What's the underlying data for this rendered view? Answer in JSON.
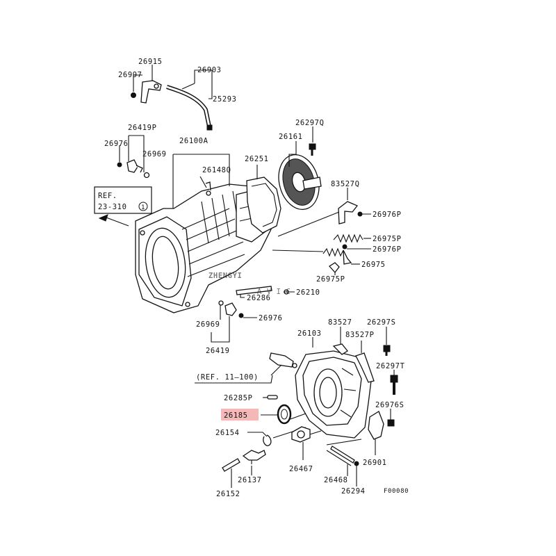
{
  "diagram": {
    "labels": [
      {
        "id": "l26915",
        "text": "26915"
      },
      {
        "id": "l26997",
        "text": "26997"
      },
      {
        "id": "l26903",
        "text": "26903"
      },
      {
        "id": "l25293",
        "text": "25293"
      },
      {
        "id": "l26419p",
        "text": "26419P"
      },
      {
        "id": "l26976a",
        "text": "26976"
      },
      {
        "id": "l26969a",
        "text": "26969"
      },
      {
        "id": "l26100a",
        "text": "26100A"
      },
      {
        "id": "l26148q",
        "text": "26148Q"
      },
      {
        "id": "l26251",
        "text": "26251"
      },
      {
        "id": "l26297q",
        "text": "26297Q"
      },
      {
        "id": "l26161",
        "text": "26161"
      },
      {
        "id": "l83527q",
        "text": "83527Q"
      },
      {
        "id": "l26976p1",
        "text": "26976P"
      },
      {
        "id": "l26975p1",
        "text": "26975P"
      },
      {
        "id": "l26976p2",
        "text": "26976P"
      },
      {
        "id": "l26975",
        "text": "26975"
      },
      {
        "id": "l26975p2",
        "text": "26975P"
      },
      {
        "id": "l26286",
        "text": "26286"
      },
      {
        "id": "l26210",
        "text": "26210"
      },
      {
        "id": "l26969b",
        "text": "26969"
      },
      {
        "id": "l26976b",
        "text": "26976"
      },
      {
        "id": "l26419",
        "text": "26419"
      },
      {
        "id": "l26103",
        "text": "26103"
      },
      {
        "id": "l83527",
        "text": "83527"
      },
      {
        "id": "l83527p",
        "text": "83527P"
      },
      {
        "id": "l26297s",
        "text": "26297S"
      },
      {
        "id": "l26297t",
        "text": "26297T"
      },
      {
        "id": "lref11",
        "text": "(REF. 11—100)"
      },
      {
        "id": "l26285p",
        "text": "26285P"
      },
      {
        "id": "l26185",
        "text": "26185"
      },
      {
        "id": "l26976s",
        "text": "26976S"
      },
      {
        "id": "l26154",
        "text": "26154"
      },
      {
        "id": "l26901",
        "text": "26901"
      },
      {
        "id": "l26467",
        "text": "26467"
      },
      {
        "id": "l26137",
        "text": "26137"
      },
      {
        "id": "l26468",
        "text": "26468"
      },
      {
        "id": "l26152",
        "text": "26152"
      },
      {
        "id": "l26294",
        "text": "26294"
      },
      {
        "id": "lfig",
        "text": "F00080"
      }
    ],
    "ref_box": {
      "line1": "REF.",
      "line2": "23-310",
      "circle_num": "1"
    },
    "highlight_label": "26185",
    "highlight_color": "#f5b8b8",
    "watermark": {
      "main": "ZHENGYI",
      "sub": "A  V  I  C"
    }
  }
}
